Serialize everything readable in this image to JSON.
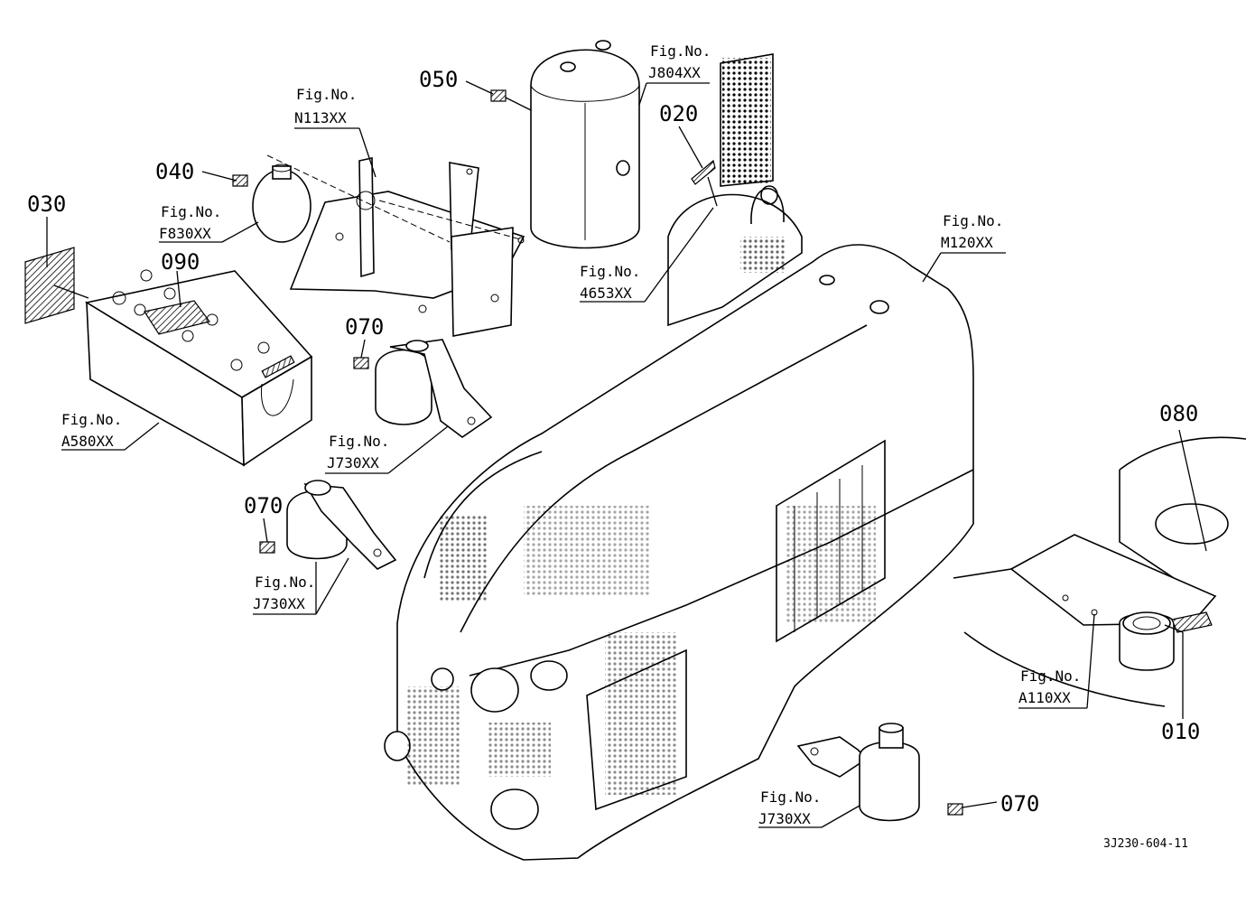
{
  "drawing_number": "3J230-604-11",
  "callouts": {
    "c010": "010",
    "c020": "020",
    "c030": "030",
    "c040": "040",
    "c050": "050",
    "c070a": "070",
    "c070b": "070",
    "c070c": "070",
    "c080": "080",
    "c090": "090"
  },
  "figure_refs": {
    "label": "Fig.No.",
    "n113": "N113XX",
    "f830": "F830XX",
    "a580": "A580XX",
    "j804": "J804XX",
    "f4653": "4653XX",
    "m120": "M120XX",
    "j730a": "J730XX",
    "j730b": "J730XX",
    "j730c": "J730XX",
    "a110": "A110XX"
  }
}
